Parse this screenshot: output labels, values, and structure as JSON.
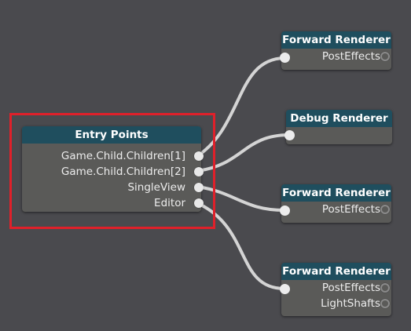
{
  "entry_node": {
    "title": "Entry Points",
    "outputs": [
      "Game.Child.Children[1]",
      "Game.Child.Children[2]",
      "SingleView",
      "Editor"
    ]
  },
  "renderers": [
    {
      "title": "Forward Renderer",
      "ports": [
        "PostEffects"
      ]
    },
    {
      "title": "Debug Renderer",
      "ports": []
    },
    {
      "title": "Forward Renderer",
      "ports": [
        "PostEffects"
      ]
    },
    {
      "title": "Forward Renderer",
      "ports": [
        "PostEffects",
        "LightShafts"
      ]
    }
  ],
  "colors": {
    "canvas": "#4a4a4e",
    "node_body": "#5a5a58",
    "node_header": "#1f4e5e",
    "wire": "#d4d4d4",
    "selection": "#e0202a"
  }
}
